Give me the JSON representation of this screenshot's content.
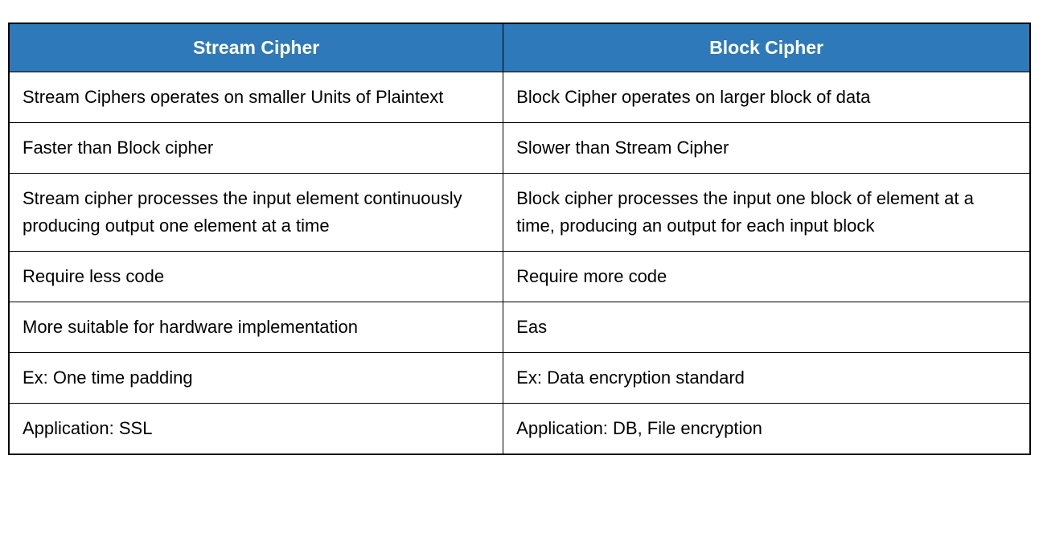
{
  "table": {
    "header": {
      "bg_color": "#2e79b9",
      "text_color": "#ffffff",
      "columns": [
        "Stream Cipher",
        "Block Cipher"
      ]
    },
    "rows": [
      [
        "Stream Ciphers operates on smaller Units of Plaintext",
        "Block Cipher operates on larger block of data"
      ],
      [
        "Faster than Block cipher",
        "Slower than Stream Cipher"
      ],
      [
        "Stream cipher processes the input element continuously producing output one element at a time",
        "Block cipher processes the input one block of element at a time, producing an output for each input block"
      ],
      [
        "Require less code",
        "Require more code"
      ],
      [
        "More suitable for hardware implementation",
        "Eas"
      ],
      [
        "Ex: One time padding",
        "Ex: Data encryption standard"
      ],
      [
        "Application: SSL",
        "Application: DB, File encryption"
      ]
    ]
  }
}
